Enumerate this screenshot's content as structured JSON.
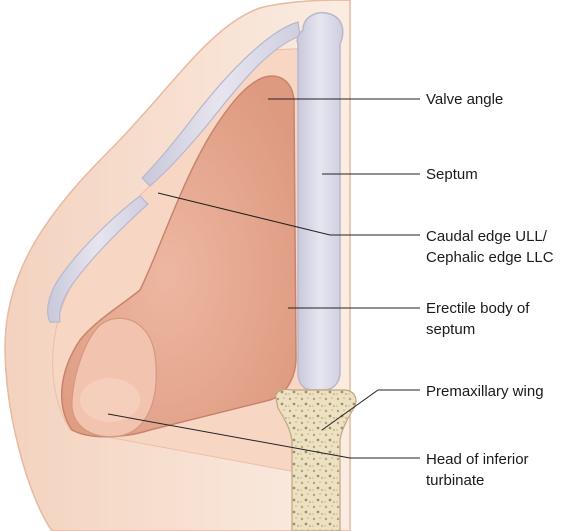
{
  "labels": {
    "valve_angle": [
      "Valve angle"
    ],
    "septum": [
      "Septum"
    ],
    "caudal_edge": [
      "Caudal edge ULL/",
      "Cephalic edge LLC"
    ],
    "erectile_body": [
      "Erectile body of",
      "septum"
    ],
    "premaxillary_wing": [
      "Premaxillary wing"
    ],
    "inferior_turbinate": [
      "Head of inferior",
      "turbinate"
    ]
  },
  "colors": {
    "skin": "#f6dccb",
    "skin_edge": "#e7b9a1",
    "mucosa": "#e7aa92",
    "mucosa_edge": "#c9836c",
    "cartilage": "#d9d8e6",
    "cartilage_edge": "#b9b7cc",
    "bone": "#ece1c2",
    "bone_dots": "#b89f72",
    "leader": "#222222"
  }
}
